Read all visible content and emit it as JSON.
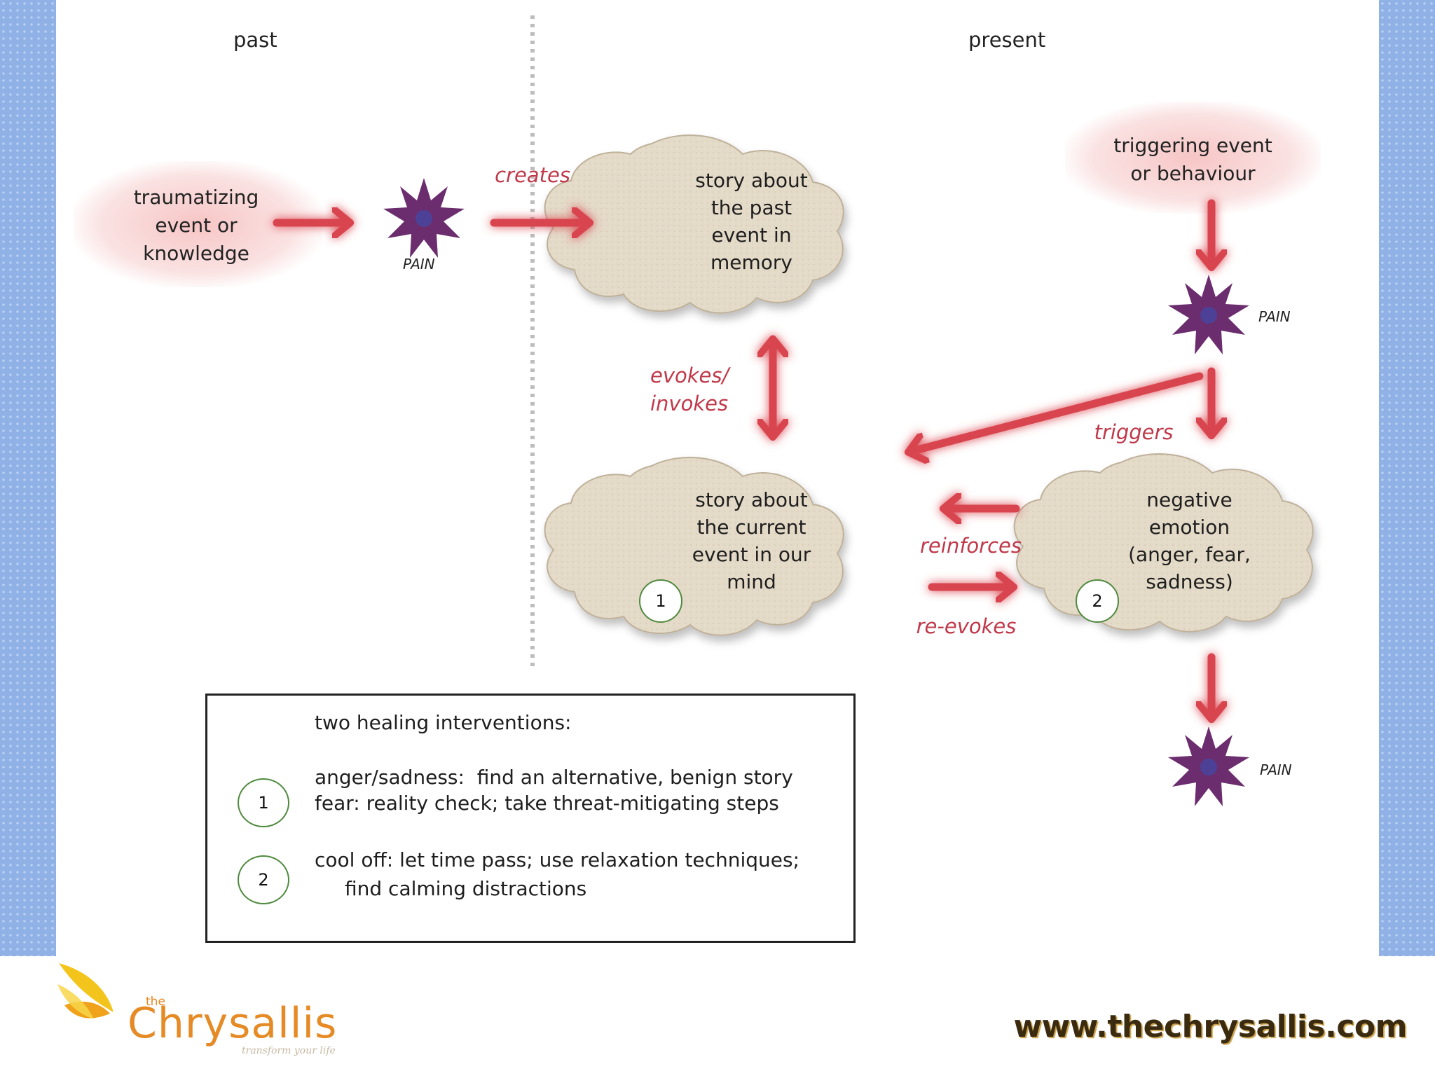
{
  "headers": {
    "past": "past",
    "present": "present"
  },
  "nodes": {
    "traumatizing": "traumatizing\nevent or\nknowledge",
    "triggering": "triggering event\nor behaviour",
    "story_past": "story about\nthe past\nevent in\nmemory",
    "story_current": "story about\nthe current\nevent in our\nmind",
    "negative_emotion": "negative\nemotion\n(anger, fear,\nsadness)"
  },
  "pain_label": "PAIN",
  "verbs": {
    "creates": "creates",
    "evokes": "evokes/\ninvokes",
    "triggers": "triggers",
    "reinforces": "reinforces",
    "re_evokes": "re-evokes"
  },
  "badges": {
    "one": "1",
    "two": "2"
  },
  "legend": {
    "title": "two healing interventions:",
    "item1_line1": "anger/sadness:  find an alternative, benign story",
    "item1_line2": "fear: reality check; take threat-mitigating steps",
    "item2_line1": "cool off: let time pass; use relaxation techniques;",
    "item2_line2": "find calming distractions"
  },
  "footer": {
    "logo_the": "the",
    "logo_name": "Chrysallis",
    "logo_tagline": "transform your life",
    "url": "www.thechrysallis.com"
  },
  "colors": {
    "arrow": "#d9454f",
    "verb": "#c0394a",
    "cloud_fill": "#e3d9c6",
    "cloud_edge": "#bfb19a",
    "starburst": "#6b2d6e",
    "badge_border": "#4f8a3e",
    "side_pattern": "#8fb1e6"
  }
}
